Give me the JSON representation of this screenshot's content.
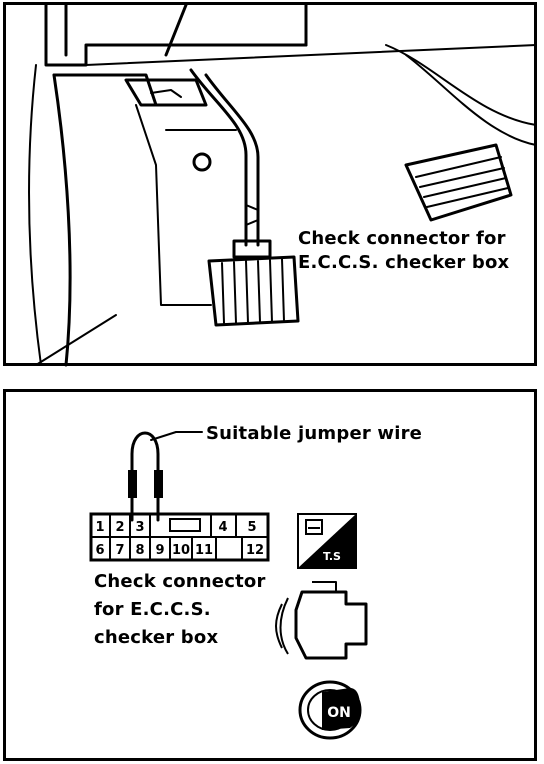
{
  "top_panel": {
    "label_line1": "Check connector for",
    "label_line2": "E.C.C.S. checker box"
  },
  "bottom_panel": {
    "jumper_label": "Suitable jumper wire",
    "connector_label_lines": [
      "Check connector",
      "for E.C.C.S.",
      "checker box"
    ],
    "pins_top": [
      "1",
      "2",
      "3",
      "",
      "4",
      "5"
    ],
    "pins_bottom": [
      "6",
      "7",
      "8",
      "9",
      "10",
      "11",
      "12"
    ],
    "badge_text": "T.S",
    "ignition_text": "ON"
  }
}
